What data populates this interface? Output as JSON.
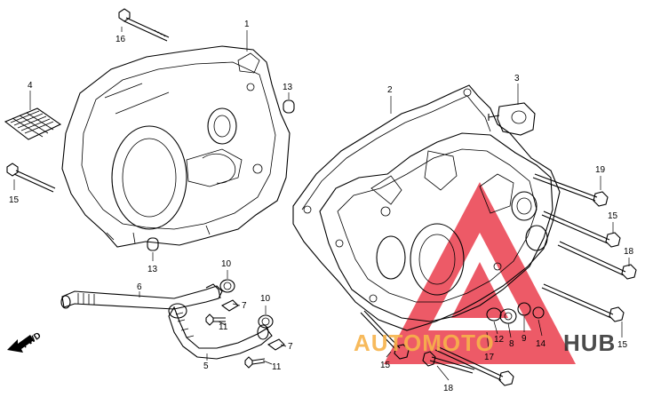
{
  "diagram": {
    "callouts": [
      {
        "id": "c1",
        "text": "1"
      },
      {
        "id": "c2",
        "text": "2"
      },
      {
        "id": "c3",
        "text": "3"
      },
      {
        "id": "c4",
        "text": "4"
      },
      {
        "id": "c5",
        "text": "5"
      },
      {
        "id": "c6",
        "text": "6"
      },
      {
        "id": "c7a",
        "text": "7"
      },
      {
        "id": "c7b",
        "text": "7"
      },
      {
        "id": "c8",
        "text": "8"
      },
      {
        "id": "c9",
        "text": "9"
      },
      {
        "id": "c10a",
        "text": "10"
      },
      {
        "id": "c10b",
        "text": "10"
      },
      {
        "id": "c11a",
        "text": "11"
      },
      {
        "id": "c11b",
        "text": "11"
      },
      {
        "id": "c12",
        "text": "12"
      },
      {
        "id": "c13a",
        "text": "13"
      },
      {
        "id": "c13b",
        "text": "13"
      },
      {
        "id": "c14",
        "text": "14"
      },
      {
        "id": "c15a",
        "text": "15"
      },
      {
        "id": "c15b",
        "text": "15"
      },
      {
        "id": "c15c",
        "text": "15"
      },
      {
        "id": "c15d",
        "text": "15"
      },
      {
        "id": "c16",
        "text": "16"
      },
      {
        "id": "c17",
        "text": "17"
      },
      {
        "id": "c18a",
        "text": "18"
      },
      {
        "id": "c18b",
        "text": "18"
      },
      {
        "id": "c19",
        "text": "19"
      }
    ],
    "direction_label": "FWD"
  },
  "watermark": {
    "text_auto": "AUTOMOTO",
    "text_hub": "HUB",
    "colors": {
      "red": "#e8283a",
      "orange": "#f6b24a",
      "dark": "#2b2b2b"
    }
  }
}
